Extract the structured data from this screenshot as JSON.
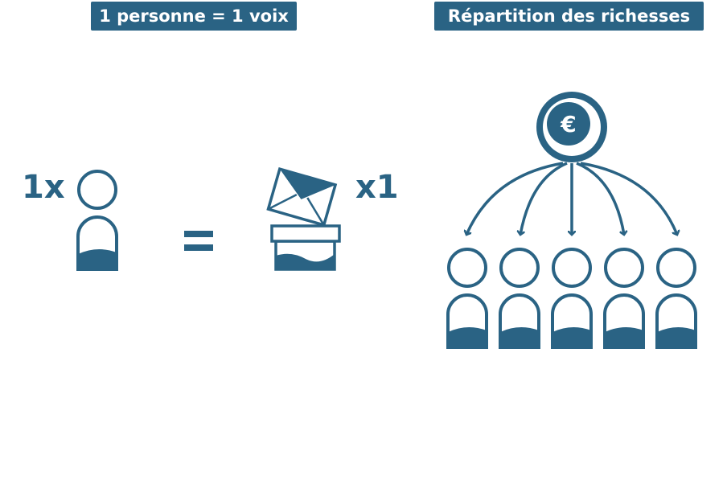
{
  "labels": {
    "one_person_one_vote": "1 personne = 1 voix",
    "wealth_distribution": "Répartition des richesses"
  },
  "multipliers": {
    "person": "1x",
    "ballot": "x1"
  },
  "currency_symbol": "€",
  "colors": {
    "primary": "#2a6384",
    "background": "#ffffff"
  },
  "icons": {
    "person": "person-icon",
    "equals": "equals-icon",
    "ballot_box": "ballot-box-icon",
    "coin": "euro-coin-icon",
    "arrows": "distribution-arrow-icon"
  }
}
